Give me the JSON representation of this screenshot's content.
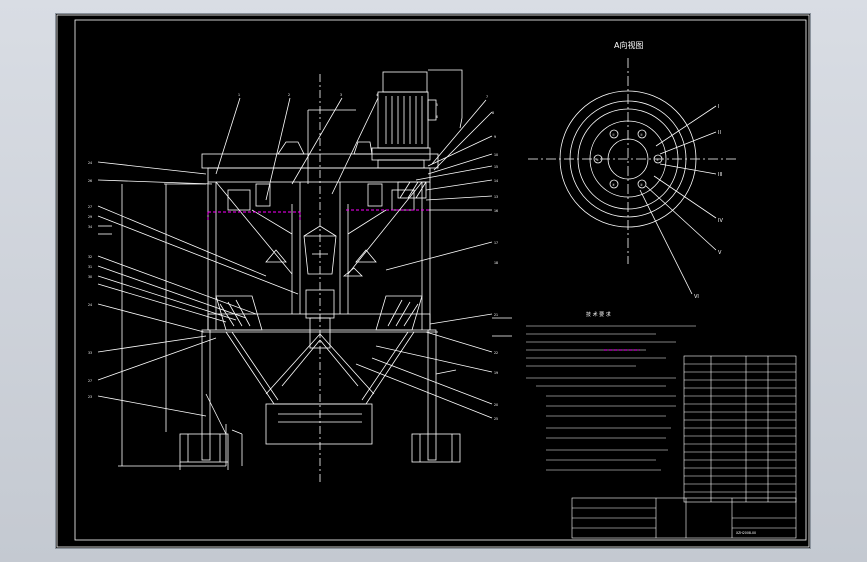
{
  "view_title": "A向视图",
  "roman_labels": [
    "I",
    "II",
    "III",
    "IV",
    "V",
    "VI"
  ],
  "part_numbers_left": [
    "24",
    "26",
    "27",
    "29",
    "34",
    "32",
    "31",
    "30",
    "24",
    "33",
    "27",
    "23"
  ],
  "part_numbers_top": [
    "1",
    "2",
    "3",
    "4",
    "5",
    "6",
    "7",
    "8"
  ],
  "part_numbers_right": [
    "9",
    "10",
    "15",
    "14",
    "13",
    "16",
    "17",
    "18",
    "21",
    "22",
    "19",
    "20",
    "25"
  ],
  "hole_labels": [
    "①",
    "②",
    "③",
    "④",
    "⑤",
    "⑥"
  ],
  "notes_heading": "技 术 要 求",
  "drawing_number": "XZH2008-00",
  "colors": {
    "line": "#ffffff",
    "accent": "#ff00ff",
    "sheet": "#000000"
  }
}
